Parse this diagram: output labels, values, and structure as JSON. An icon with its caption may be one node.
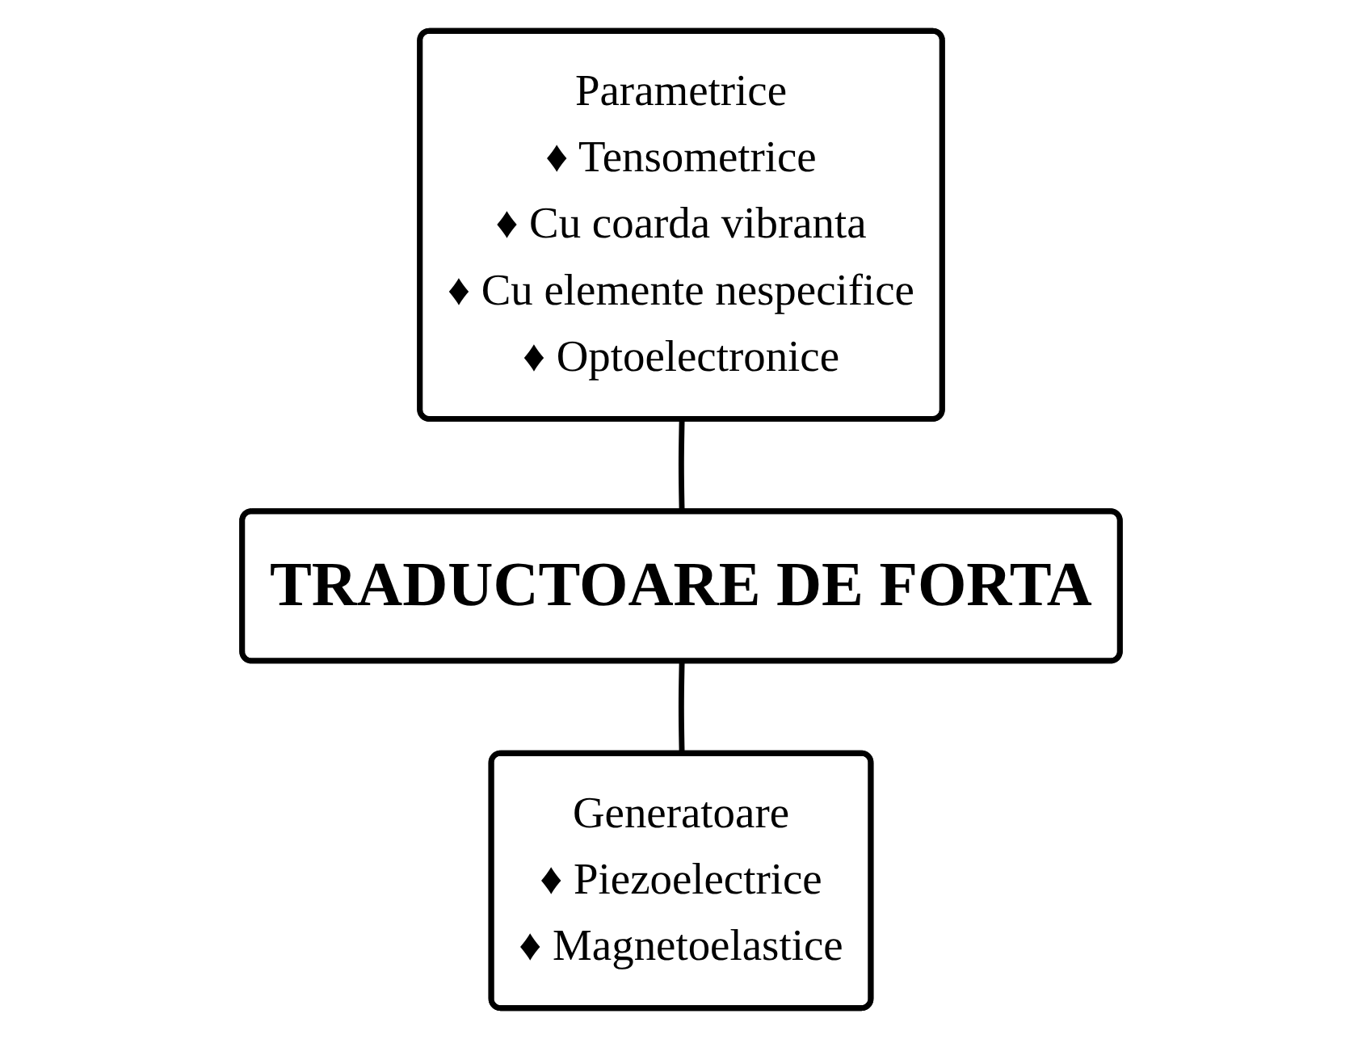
{
  "diagram": {
    "nodes": [
      {
        "text": [
          "Parametrice",
          "♦ Tensometrice",
          "♦ Cu coarda vibranta",
          "♦ Cu elemente nespecifice",
          "♦ Optoelectronice"
        ]
      },
      {
        "text": [
          "TRADUCTOARE DE FORTA"
        ]
      },
      {
        "text": [
          "Generatoare",
          "♦ Piezoelectrice",
          "♦ Magnetoelastice"
        ]
      }
    ],
    "edges": [
      {
        "from": 0,
        "to": 1,
        "arrow": "none"
      },
      {
        "from": 1,
        "to": 2,
        "arrow": "none"
      }
    ]
  }
}
